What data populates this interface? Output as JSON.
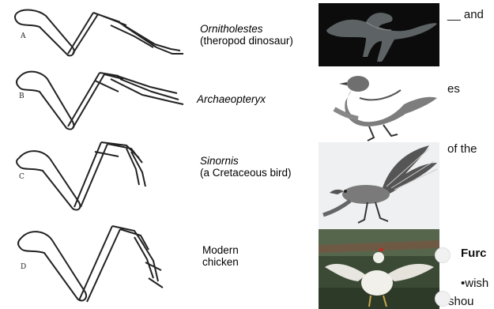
{
  "panels": [
    {
      "letter": "A",
      "species": "Ornitholestes",
      "desc": "(theropod dinosaur)"
    },
    {
      "letter": "B",
      "species": "Archaeopteryx",
      "desc": ""
    },
    {
      "letter": "C",
      "species": "Sinornis",
      "desc": "(a Cretaceous bird)"
    },
    {
      "letter": "D",
      "species": "Modern",
      "desc": "chicken"
    }
  ],
  "side_text": {
    "t1": "__ and",
    "t2": "es",
    "t3": "of the",
    "t4": "Furc",
    "t5": "•wish",
    "t6": "shou"
  }
}
